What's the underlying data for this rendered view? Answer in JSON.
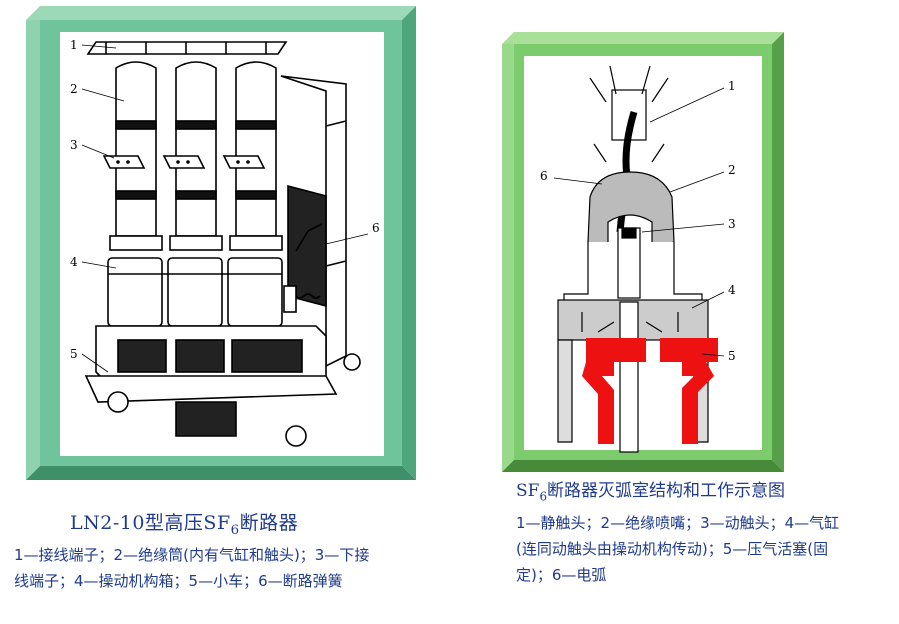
{
  "left_panel": {
    "title_main": "LN2-10型高压SF",
    "title_sub": "6",
    "title_tail": "断路器",
    "labels": [
      "1",
      "2",
      "3",
      "4",
      "5",
      "6"
    ],
    "legend": "1—接线端子；2—绝缘筒(内有气缸和触头)；3—下接线端子；4—操动机构箱；5—小车；6—断路弹簧"
  },
  "right_panel": {
    "title_pre": "SF",
    "title_sub": "6",
    "title_tail": "断路器灭弧室结构和工作示意图",
    "labels": [
      "1",
      "2",
      "3",
      "4",
      "5",
      "6"
    ],
    "legend": "1—静触头；2—绝缘喷嘴；3—动触头；4—气缸(连同动触头由操动机构传动)；5—压气活塞(固定)；6—电弧"
  },
  "colors": {
    "frame_left": "#6fc49b",
    "frame_right": "#7ccc6e",
    "caption": "#1f3b8c",
    "piston": "#ee1111"
  }
}
